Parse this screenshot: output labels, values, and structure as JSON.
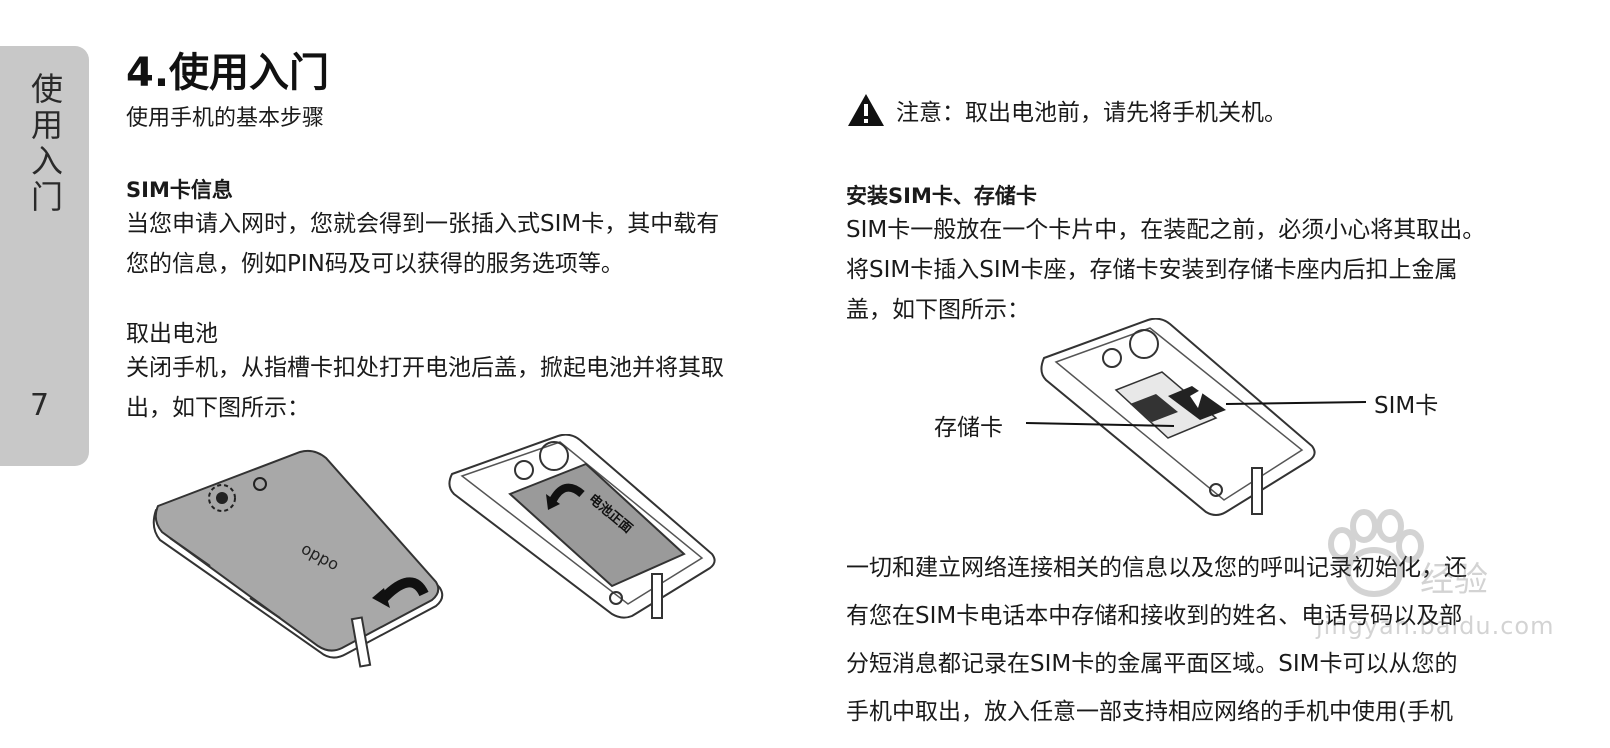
{
  "side_tab": {
    "title": "使用入门",
    "page_number": "7"
  },
  "left": {
    "heading": "4.使用入门",
    "subtitle": "使用手机的基本步骤",
    "sim_heading": "SIM卡信息",
    "sim_lines": [
      "当您申请入网时，您就会得到一张插入式SIM卡，其中载有",
      "您的信息，例如PIN码及可以获得的服务选项等。"
    ],
    "battery_heading": "取出电池",
    "battery_lines": [
      "关闭手机，从指槽卡扣处打开电池后盖，掀起电池并将其取",
      "出，如下图所示："
    ],
    "phone_brand": "oppo",
    "battery_label": "电池正面"
  },
  "right": {
    "warning": "注意：取出电池前，请先将手机关机。",
    "install_heading": "安装SIM卡、存储卡",
    "install_lines": [
      "SIM卡一般放在一个卡片中，在装配之前，必须小心将其取出。",
      "将SIM卡插入SIM卡座，存储卡安装到存储卡座内后扣上金属",
      "盖，如下图所示："
    ],
    "label_storage": "存储卡",
    "label_sim": "SIM卡",
    "info_lines": [
      "一切和建立网络连接相关的信息以及您的呼叫记录初始化，还",
      "有您在SIM卡电话本中存储和接收到的姓名、电话号码以及部",
      "分短消息都记录在SIM卡的金属平面区域。SIM卡可以从您的",
      "手机中取出，放入任意一部支持相应网络的手机中使用(手机"
    ]
  },
  "watermark": {
    "brand": "Baidu",
    "text": "经验",
    "url": "jingyan.baidu.com"
  }
}
